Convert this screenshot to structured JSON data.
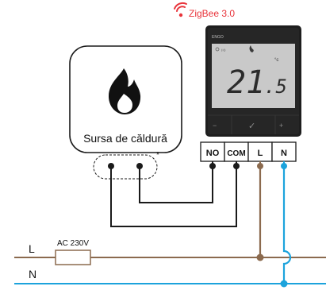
{
  "wireless": {
    "label": "ZigBee 3.0",
    "icon": "wifi-signal-icon",
    "color": "#e8343b"
  },
  "thermostat": {
    "brand": "ENGO",
    "icon_flame": "flame-icon",
    "unit": "°c",
    "reading_main": "21",
    "reading_decimal": ".5",
    "buttons": [
      "−",
      "✓",
      "+"
    ],
    "body_color": "#1e1e1e",
    "lcd_color": "#c9c9c9"
  },
  "heat_source": {
    "label": "Sursa de căldură",
    "icon": "flame-icon",
    "asterisk": "*"
  },
  "terminals": {
    "no": "NO",
    "com": "COM",
    "l": "L",
    "n": "N"
  },
  "supply": {
    "line_label": "L",
    "neutral_label": "N",
    "fuse_label": "AC 230V"
  },
  "colors": {
    "live_wire": "#8b6a4e",
    "neutral_wire": "#1ca3dc",
    "signal_wire": "#1a1a1a"
  }
}
